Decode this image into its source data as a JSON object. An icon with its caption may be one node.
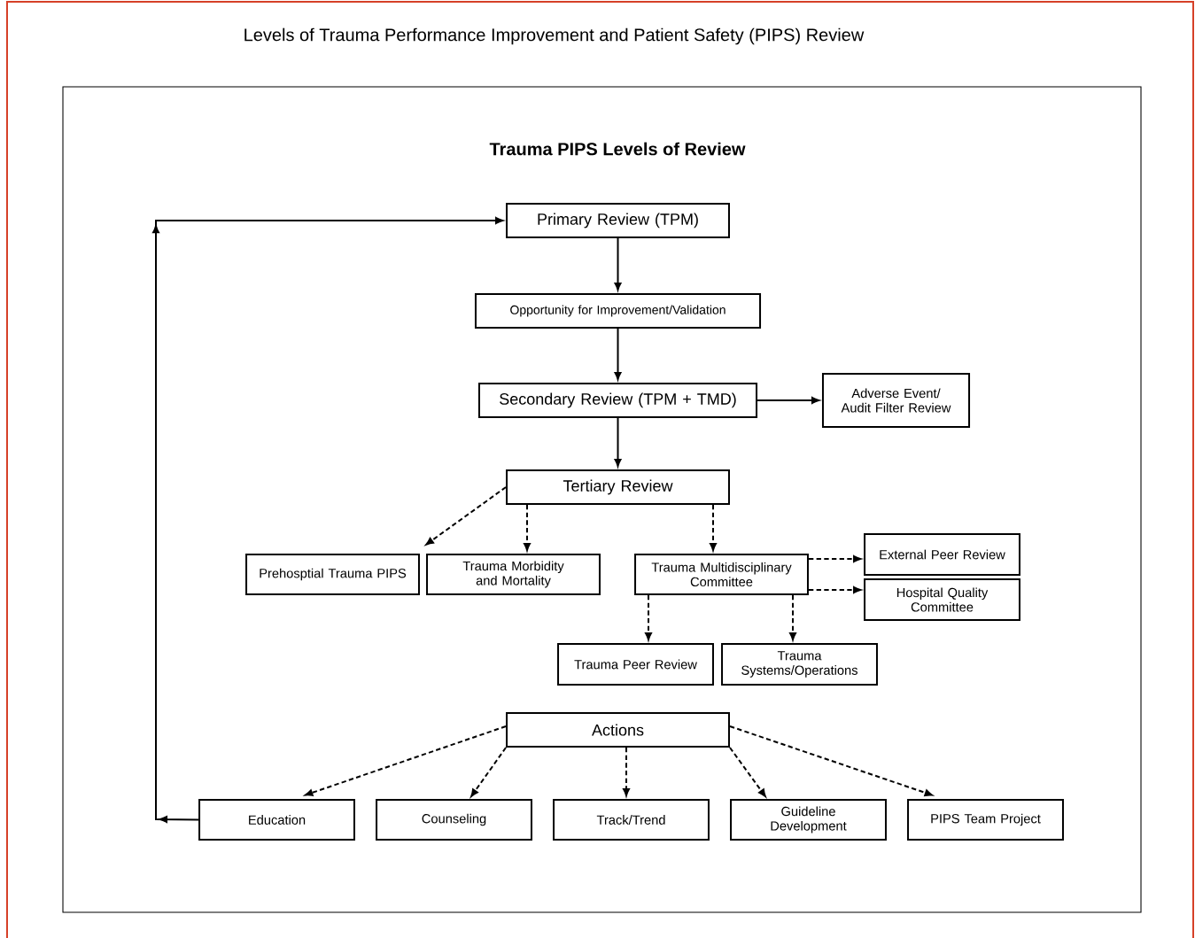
{
  "diagram": {
    "title": "Levels of Trauma Performance Improvement and Patient Safety (PIPS) Review",
    "nodes": [
      {
        "text": [
          "Primary Review (TPM)"
        ]
      },
      {
        "text": [
          "Opportunity for Improvement/Validation"
        ]
      },
      {
        "text": [
          "Secondary Review (TPM + TMD)"
        ]
      },
      {
        "text": [
          "Adverse Event/ Audit Filter Review"
        ]
      },
      {
        "text": [
          "Tertiary Review"
        ]
      },
      {
        "text": [
          "Prehosptial Trauma PIPS"
        ]
      },
      {
        "text": [
          "Trauma Morbidity and Mortality"
        ]
      },
      {
        "text": [
          "Trauma Multidisciplinary Committee"
        ]
      },
      {
        "text": [
          "External Peer Review"
        ]
      },
      {
        "text": [
          "Hospital Quality Committee"
        ]
      },
      {
        "text": [
          "Trauma Peer Review"
        ]
      },
      {
        "text": [
          "Trauma Systems/Operations"
        ]
      },
      {
        "text": [
          "Actions"
        ]
      },
      {
        "text": [
          "Education"
        ]
      },
      {
        "text": [
          "Counseling"
        ]
      },
      {
        "text": [
          "Track/Trend"
        ]
      },
      {
        "text": [
          "Guideline Development"
        ]
      },
      {
        "text": [
          "PIPS Team Project"
        ]
      }
    ],
    "edges": [
      {
        "from": 0,
        "to": 1,
        "arrow": "to"
      },
      {
        "from": 1,
        "to": 2,
        "arrow": "to"
      },
      {
        "from": 2,
        "to": 3,
        "arrow": "to"
      },
      {
        "from": 2,
        "to": 4,
        "arrow": "to"
      },
      {
        "from": 4,
        "to": 5,
        "arrow": "to",
        "style": "dashed"
      },
      {
        "from": 4,
        "to": 6,
        "arrow": "to",
        "style": "dashed"
      },
      {
        "from": 4,
        "to": 7,
        "arrow": "to",
        "style": "dashed"
      },
      {
        "from": 7,
        "to": 8,
        "arrow": "to",
        "style": "dashed"
      },
      {
        "from": 7,
        "to": 9,
        "arrow": "to",
        "style": "dashed"
      },
      {
        "from": 7,
        "to": 10,
        "arrow": "to",
        "style": "dashed"
      },
      {
        "from": 7,
        "to": 11,
        "arrow": "to",
        "style": "dashed"
      },
      {
        "from": 12,
        "to": 13,
        "arrow": "to",
        "style": "dashed"
      },
      {
        "from": 12,
        "to": 14,
        "arrow": "to",
        "style": "dashed"
      },
      {
        "from": 12,
        "to": 15,
        "arrow": "to",
        "style": "dashed"
      },
      {
        "from": 12,
        "to": 16,
        "arrow": "to",
        "style": "dashed"
      },
      {
        "from": 12,
        "to": 17,
        "arrow": "to",
        "style": "dashed"
      },
      {
        "from": 13,
        "to": 0,
        "arrow": "to"
      }
    ],
    "labels": [
      "Trauma PIPS Levels of Review"
    ]
  }
}
